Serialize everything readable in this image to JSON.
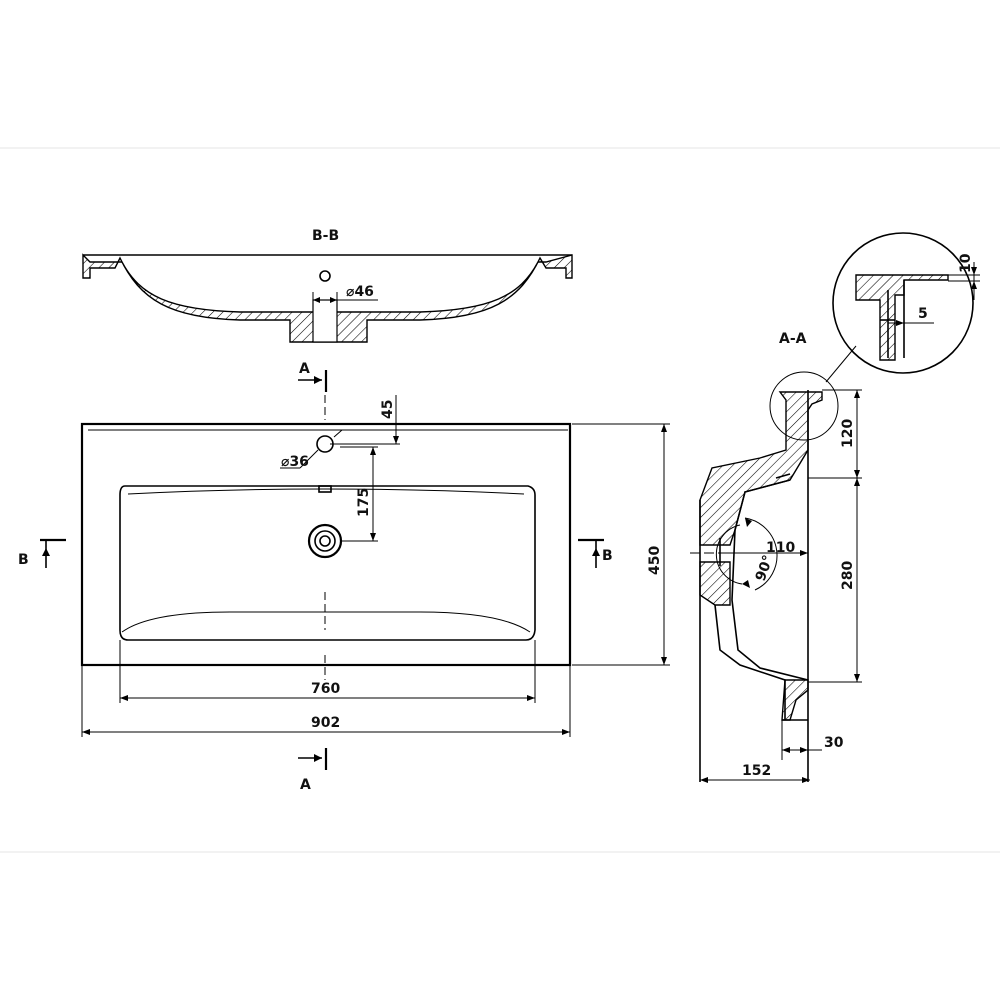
{
  "views": {
    "section_bb": {
      "label": "B-B",
      "dim_hole": "46"
    },
    "section_aa": {
      "label": "A-A"
    },
    "cut_markers": {
      "a_top": "A",
      "a_bottom": "A",
      "b_left": "B",
      "b_right": "B"
    }
  },
  "dimensions": {
    "overall_width": "902",
    "basin_width": "760",
    "overall_depth": "450",
    "tap_hole_offset": "45",
    "tap_hole_diameter": "36",
    "drain_offset": "175",
    "rim_height": "120",
    "bowl_height": "280",
    "overflow_offset": "110",
    "angle": "90°",
    "total_depth_side": "152",
    "rim_thickness": "30",
    "detail_top": "10",
    "detail_wall": "5"
  },
  "symbols": {
    "diameter": "⌀"
  }
}
